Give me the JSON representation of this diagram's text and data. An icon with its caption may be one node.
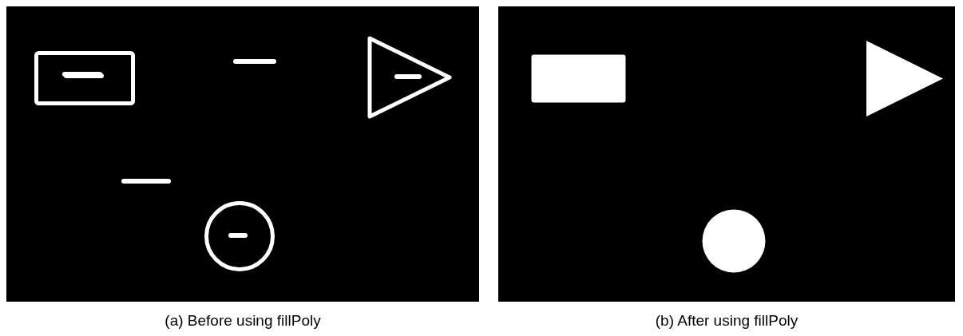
{
  "diagram": {
    "nodes": [
      {
        "text": [],
        "shape": "picture",
        "beside": [
          "(a) Before using fillPoly"
        ]
      },
      {
        "text": [],
        "shape": "box",
        "in": 0
      },
      {
        "text": [],
        "shape": "triangle",
        "in": 0
      },
      {
        "text": [],
        "shape": "circle",
        "in": 0
      },
      {
        "text": [],
        "shape": "picture",
        "beside": [
          "(b) After using fillPoly"
        ]
      },
      {
        "text": [],
        "shape": "box",
        "in": 4
      },
      {
        "text": [],
        "shape": "triangle",
        "in": 4
      },
      {
        "text": [],
        "shape": "circle",
        "in": 4
      }
    ]
  }
}
